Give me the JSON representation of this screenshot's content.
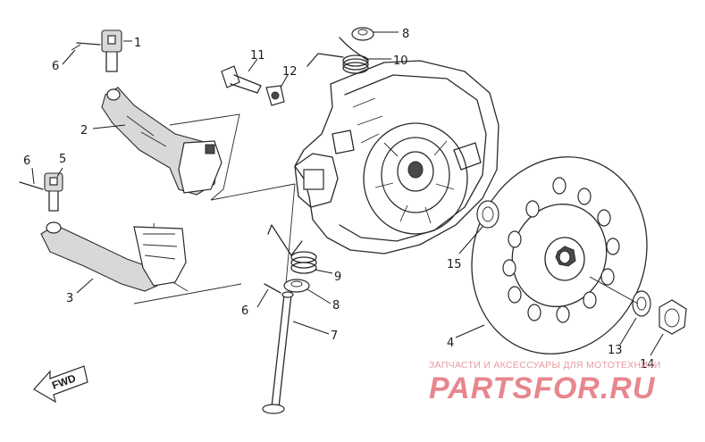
{
  "callouts": [
    "1",
    "2",
    "3",
    "4",
    "5",
    "6",
    "6",
    "6",
    "7",
    "8",
    "8",
    "9",
    "10",
    "11",
    "12",
    "13",
    "14",
    "15"
  ],
  "direction_label": "FWD",
  "watermark": {
    "caption": "ЗАПЧАСТИ И АКСЕССУАРЫ ДЛЯ МОТОТЕХНИКИ",
    "brand": "PARTSFOR.RU"
  }
}
